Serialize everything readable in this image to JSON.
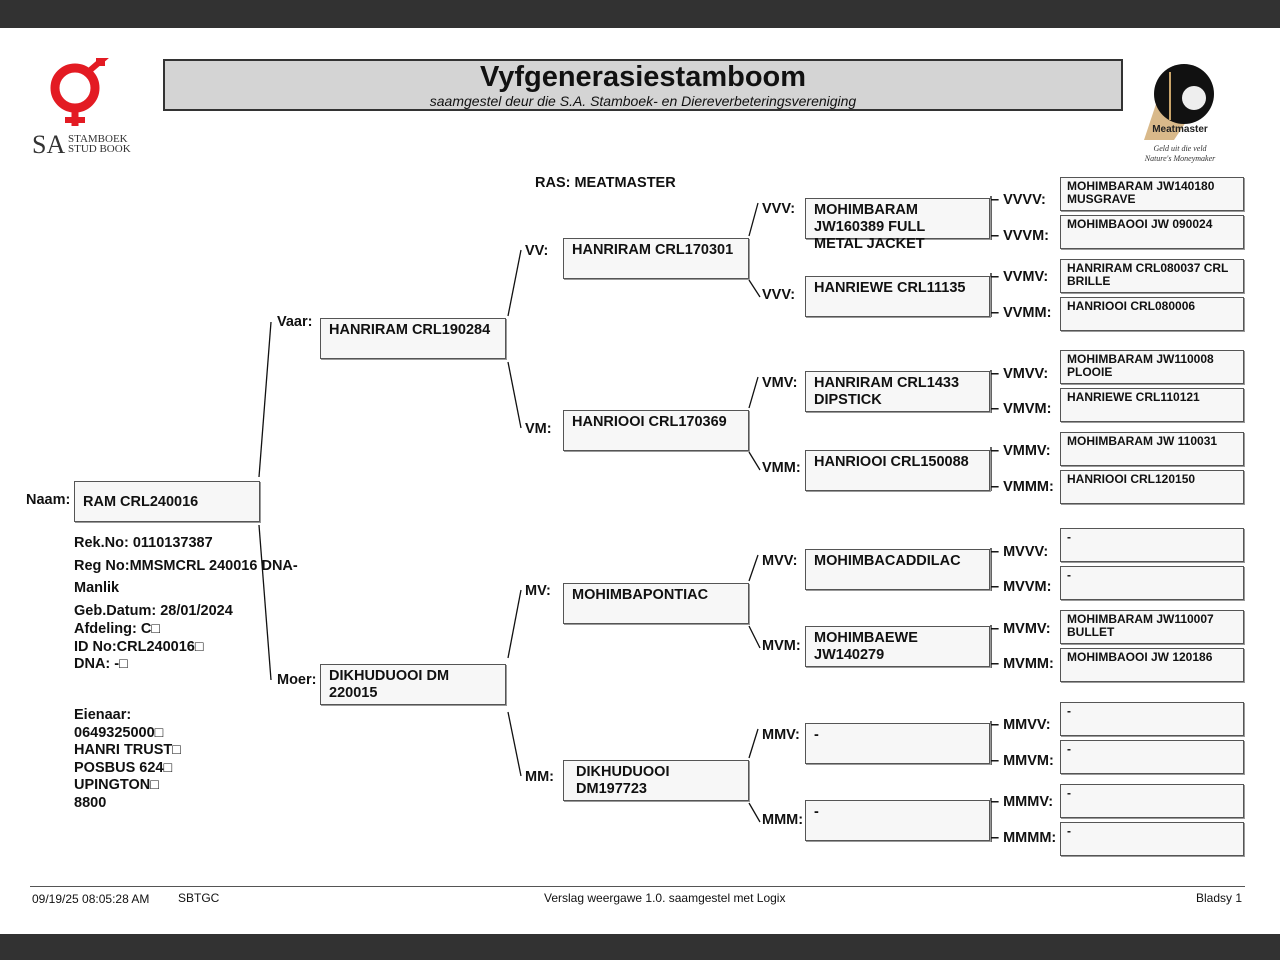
{
  "header": {
    "title": "Vyfgenerasiestamboom",
    "subtitle": "saamgestel deur die S.A. Stamboek- en Diereverbeteringsvereniging",
    "left_logo": {
      "sa": "SA",
      "line1": "STAMBOEK",
      "line2": "STUD BOOK",
      "color": "#e31b23"
    },
    "right_logo": {
      "name": "Meatmaster",
      "tag1": "Geld uit die veld",
      "tag2": "Nature's Moneymaker"
    }
  },
  "breed": "RAS: MEATMASTER",
  "animal": {
    "label": "Naam:",
    "name": "RAM CRL240016",
    "details": [
      "Rek.No: 0110137387",
      "Reg No:MMSMCRL 240016 DNA-",
      "Manlik",
      "Geb.Datum: 28/01/2024"
    ],
    "details2": [
      "Afdeling: C□",
      "ID No:CRL240016□",
      "DNA: -□"
    ],
    "owner": [
      "Eienaar:",
      "0649325000□",
      "HANRI TRUST□",
      "POSBUS 624□",
      "UPINGTON□",
      "8800"
    ]
  },
  "gen2": [
    {
      "label": "Vaar:",
      "name": "HANRIRAM CRL190284"
    },
    {
      "label": "Moer:",
      "name": "DIKHUDUOOI DM\n220015"
    }
  ],
  "gen3": [
    {
      "label": "VV:",
      "name": "HANRIRAM CRL170301"
    },
    {
      "label": "VM:",
      "name": "HANRIOOI CRL170369"
    },
    {
      "label": "MV:",
      "name": "MOHIMBAPONTIAC"
    },
    {
      "label": "MM:",
      "name": " DIKHUDUOOI\n DM197723"
    }
  ],
  "gen4": [
    {
      "label": "VVV:",
      "name": "MOHIMBARAM\nJW160389 FULL\nMETAL JACKET"
    },
    {
      "label": "VVV:",
      "name": "HANRIEWE CRL11135"
    },
    {
      "label": "VMV:",
      "name": "HANRIRAM CRL1433\nDIPSTICK"
    },
    {
      "label": "VMM:",
      "name": "HANRIOOI CRL150088"
    },
    {
      "label": "MVV:",
      "name": "MOHIMBACADDILAC"
    },
    {
      "label": "MVM:",
      "name": "MOHIMBAEWE\nJW140279"
    },
    {
      "label": "MMV:",
      "name": "-"
    },
    {
      "label": "MMM:",
      "name": "-"
    }
  ],
  "gen5": [
    {
      "label": "– VVVV:",
      "name": "MOHIMBARAM JW140180\nMUSGRAVE"
    },
    {
      "label": "– VVVM:",
      "name": "MOHIMBAOOI JW 090024"
    },
    {
      "label": "– VVMV:",
      "name": "HANRIRAM CRL080037 CRL\nBRILLE"
    },
    {
      "label": "– VVMM:",
      "name": "HANRIOOI CRL080006"
    },
    {
      "label": "– VMVV:",
      "name": "MOHIMBARAM JW110008\nPLOOIE"
    },
    {
      "label": "– VMVM:",
      "name": "HANRIEWE CRL110121"
    },
    {
      "label": "– VMMV:",
      "name": "MOHIMBARAM JW 110031"
    },
    {
      "label": "– VMMM:",
      "name": "HANRIOOI CRL120150"
    },
    {
      "label": "– MVVV:",
      "name": "-"
    },
    {
      "label": "– MVVM:",
      "name": "-"
    },
    {
      "label": "– MVMV:",
      "name": "MOHIMBARAM JW110007\nBULLET"
    },
    {
      "label": "– MVMM:",
      "name": "MOHIMBAOOI JW 120186"
    },
    {
      "label": "– MMVV:",
      "name": "-"
    },
    {
      "label": "– MMVM:",
      "name": "-"
    },
    {
      "label": "– MMMV:",
      "name": "-"
    },
    {
      "label": "– MMMM:",
      "name": "-"
    }
  ],
  "footer": {
    "timestamp": "09/19/25 08:05:28 AM",
    "code": "SBTGC",
    "report": "Verslag weergawe 1.0. saamgestel met Logix",
    "page": "Bladsy 1"
  }
}
